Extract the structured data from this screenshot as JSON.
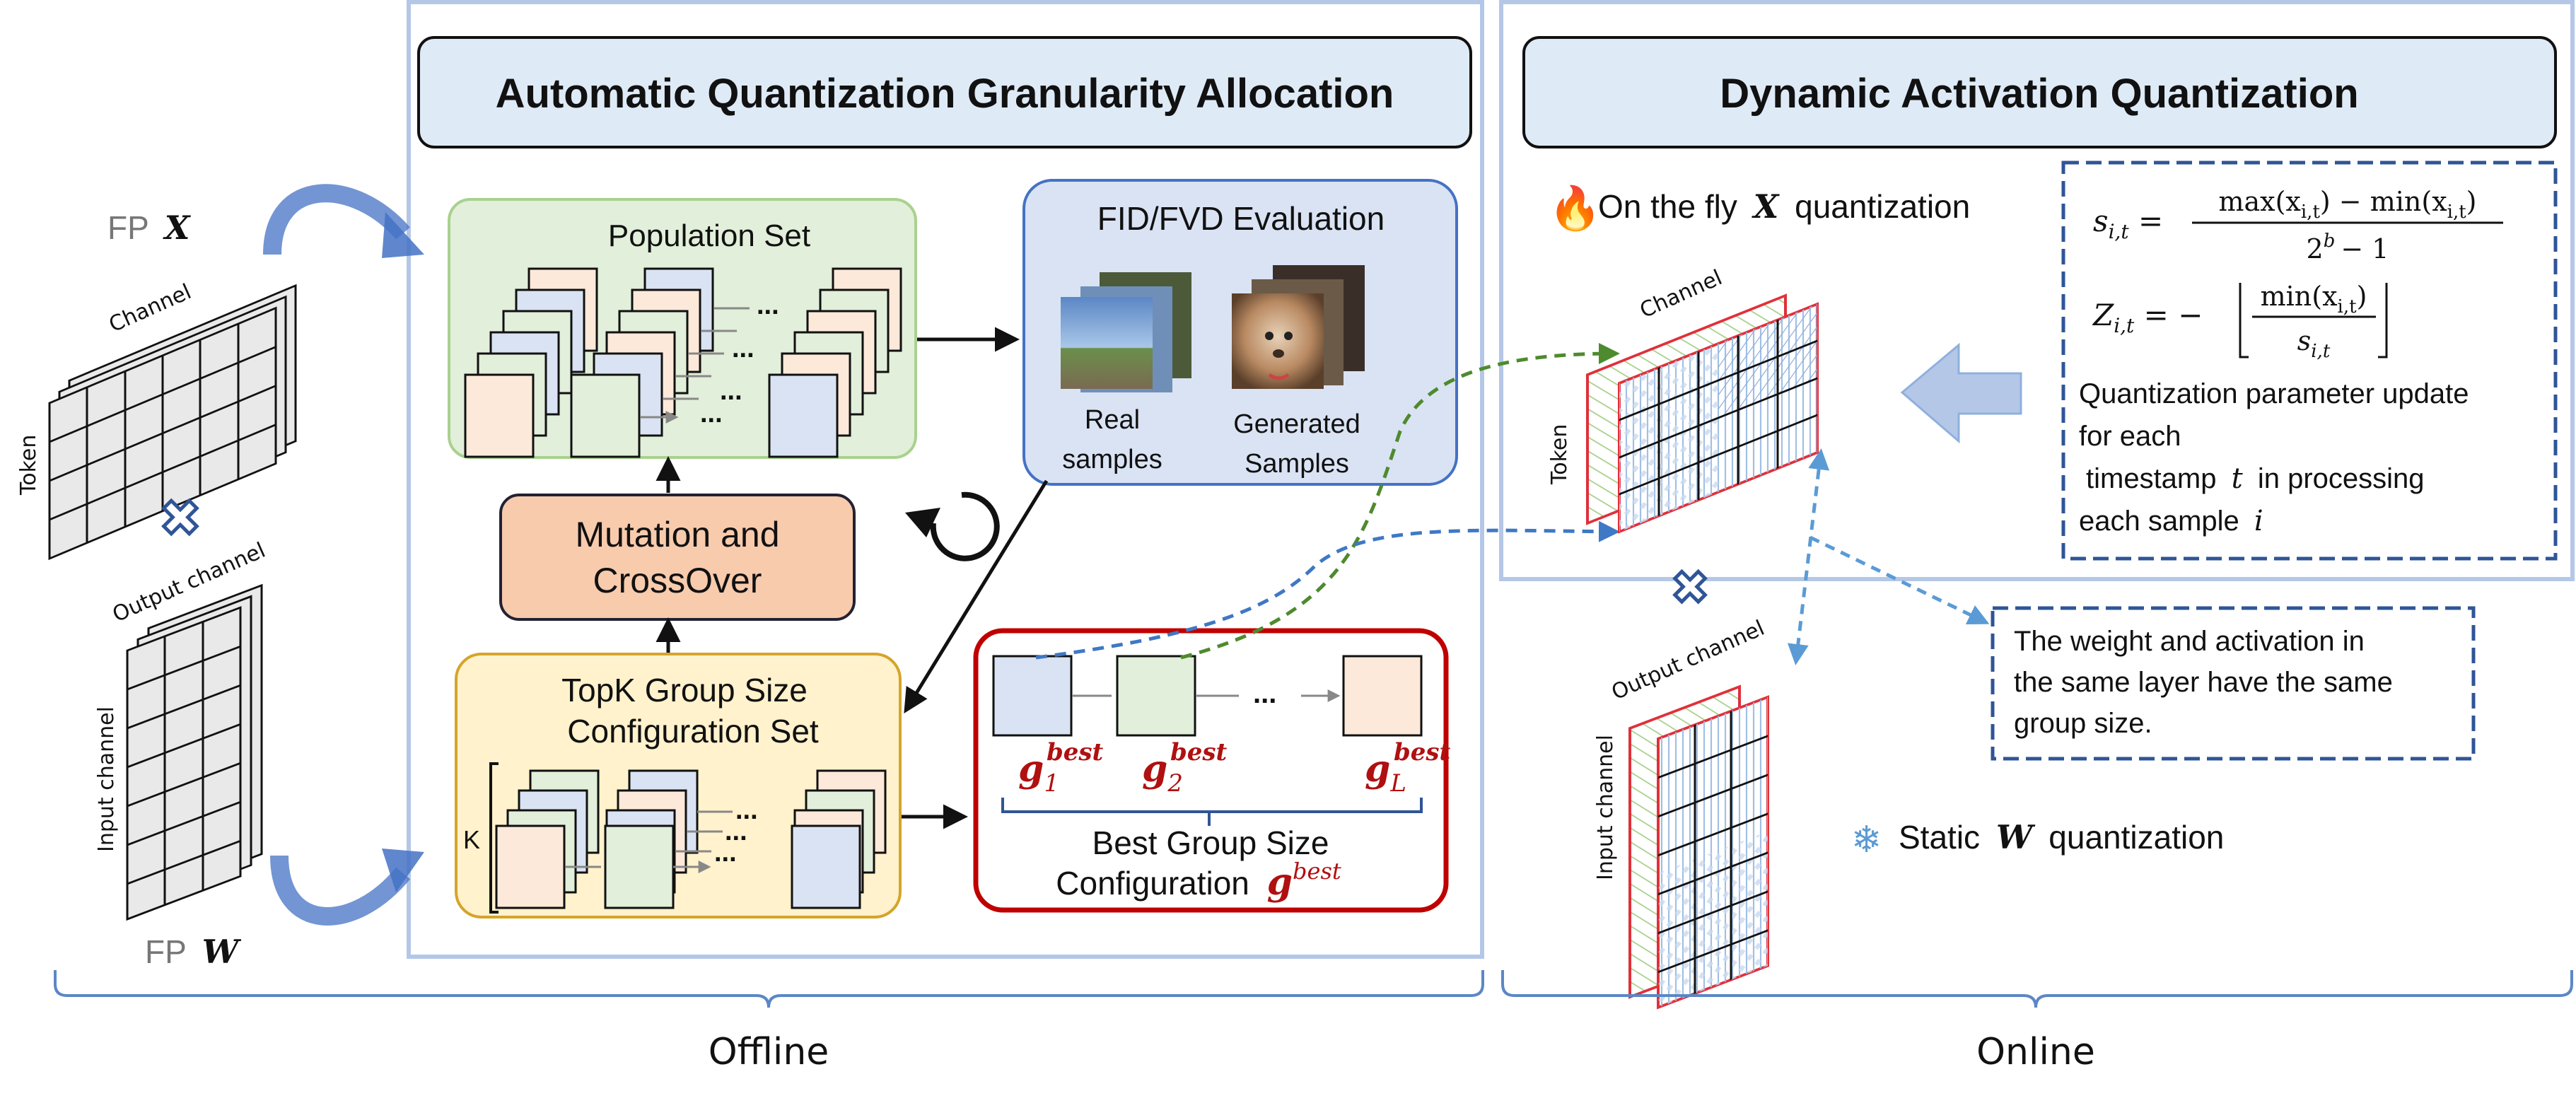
{
  "offline": {
    "title": "Automatic Quantization Granularity Allocation",
    "population_set": "Population Set",
    "evaluation_title": "FID/FVD Evaluation",
    "real_samples": [
      "Real",
      "samples"
    ],
    "generated_samples": [
      "Generated",
      "Samples"
    ],
    "mutation": [
      "Mutation and",
      "CrossOver"
    ],
    "topk": [
      "TopK Group Size",
      "Configuration Set"
    ],
    "k_label": "K",
    "g1": "g",
    "g1_sub": "1",
    "g2": "g",
    "g2_sub": "2",
    "gL": "g",
    "gL_sub": "L",
    "best_sup": "best",
    "best_config": [
      "Best Group Size",
      "Configuration"
    ],
    "best_config_symbol": "g",
    "best_config_sup": "best",
    "ellipsis": "..."
  },
  "inputs": {
    "fp_x_prefix": "FP",
    "fp_x_var": "X",
    "fp_w_prefix": "FP",
    "fp_w_var": "W",
    "channel": "Channel",
    "token": "Token",
    "output_channel": "Output channel",
    "input_channel": "Input channel"
  },
  "online": {
    "title": "Dynamic Activation Quantization",
    "on_the_fly_pre": "On the fly",
    "on_the_fly_var": "X",
    "on_the_fly_post": "quantization",
    "formula_s": "s_{i,t} = (max(x_{i,t}) − min(x_{i,t})) / (2^b − 1)",
    "formula_s_lhs": "s",
    "formula_s_lhs_sub": "i,t",
    "formula_s_num": "max(x",
    "formula_s_num2": ") − min(x",
    "formula_s_num_sub": "i,t",
    "formula_s_den": "2",
    "formula_s_den_sup": "b",
    "formula_s_den2": "− 1",
    "formula_z_lhs": "Z",
    "formula_z_lhs_sub": "i,t",
    "formula_z_num": "min(x",
    "formula_z_num_sub": "i,t",
    "formula_z_den": "s",
    "formula_z_den_sub": "i,t",
    "update_lines": [
      "Quantization parameter update",
      "for each",
      "timestamp",
      "in processing",
      "each sample"
    ],
    "update_t": "t",
    "update_i": "i",
    "same_group": [
      "The weight and activation in",
      "the same layer have the same",
      "group size."
    ],
    "static_pre": "Static",
    "static_var": "W",
    "static_post": "quantization",
    "channel": "Channel",
    "token": "Token",
    "output_channel": "Output channel",
    "input_channel": "Input channel"
  },
  "bottom": {
    "offline": "Offline",
    "online": "Online"
  },
  "colors": {
    "frame_blue": "#b4c7e7",
    "title_fill": "#dfeaf7",
    "pop_fill": "#e2efda",
    "pop_border": "#a9d18e",
    "eval_fill": "#dae3f3",
    "eval_border": "#4472c4",
    "mut_fill": "#f8cbad",
    "topk_fill": "#fff2cc",
    "topk_border": "#d6a42a",
    "best_border": "#c00000",
    "arrow_blue": "#8fb0de"
  }
}
